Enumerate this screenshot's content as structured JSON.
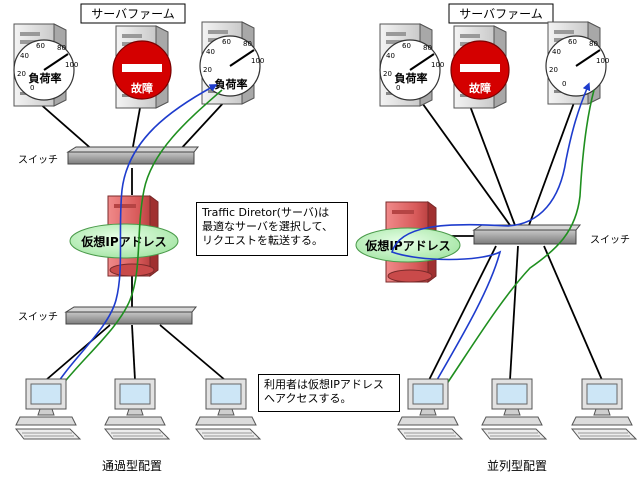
{
  "colors": {
    "link": "#000000",
    "blue_path": "#1e3ccd",
    "green_path": "#1f8f1f",
    "server_body": "#dedede",
    "gauge_face": "#ffffff",
    "fault_red": "#d40000",
    "switch": "#9a9a9a",
    "td_red": "#d85a5a",
    "vip_green": "#b6f0b6",
    "monitor": "#cde6f6"
  },
  "left": {
    "farm_label": "サーバファーム",
    "gauge_label": "負荷率",
    "fault_label": "故障",
    "switch_label": "スイッチ",
    "vip_label": "仮想IPアドレス",
    "caption": "通過型配置",
    "gauge_scale": [
      "0",
      "20",
      "40",
      "60",
      "80",
      "100"
    ]
  },
  "right": {
    "farm_label": "サーバファーム",
    "gauge_label": "負荷率",
    "fault_label": "故障",
    "switch_label": "スイッチ",
    "vip_label": "仮想IPアドレス",
    "caption": "並列型配置"
  },
  "notes": {
    "traffic_director": [
      "Traffic Diretor(サーバ)は",
      "最適なサーバを選択して、",
      "リクエストを転送する。"
    ],
    "user_access": [
      "利用者は仮想IPアドレス",
      "へアクセスする。"
    ]
  },
  "icons": [
    "server-icon",
    "gauge-icon",
    "no-entry-icon",
    "switch-icon",
    "traffic-director-icon",
    "pc-icon"
  ]
}
